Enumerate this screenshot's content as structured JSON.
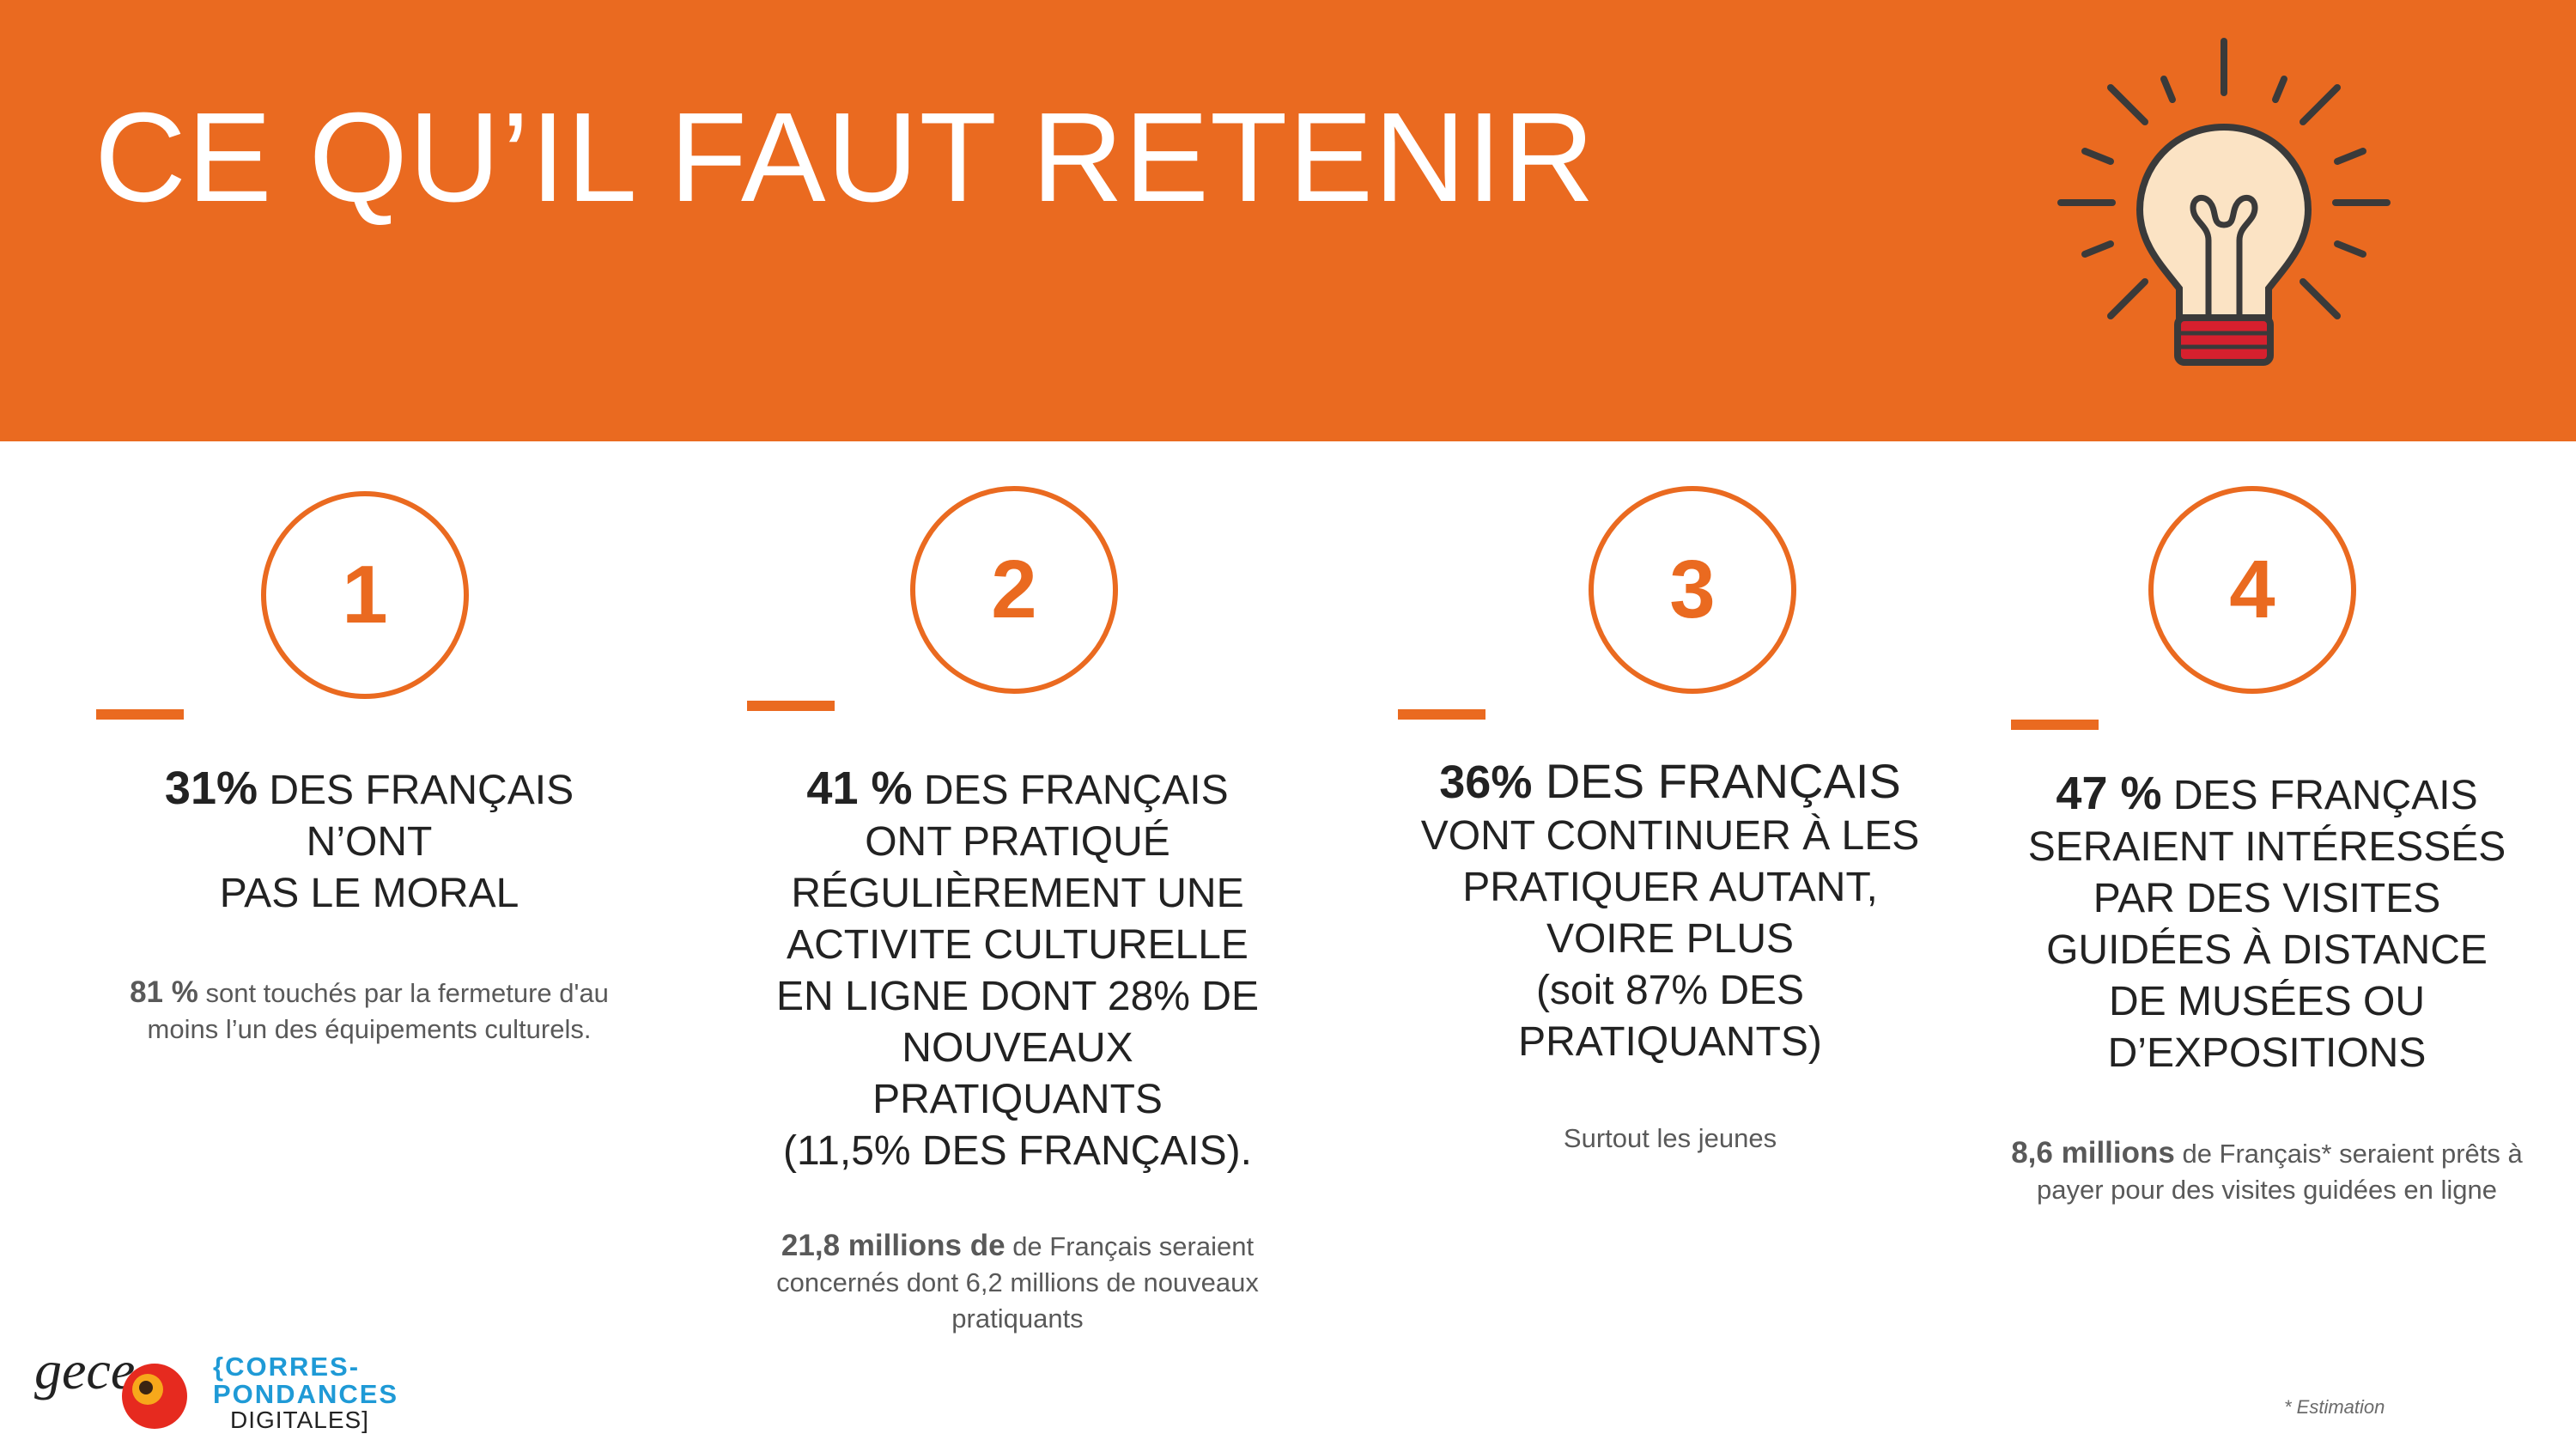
{
  "header": {
    "title": "CE QU’IL FAUT RETENIR"
  },
  "colors": {
    "accent": "#ea6a20",
    "text": "#222222",
    "subtext": "#595959"
  },
  "icons": {
    "header_icon": "lightbulb-icon"
  },
  "points": [
    {
      "number": "1",
      "main": {
        "highlight": "31%",
        "lines": [
          " DES FRANÇAIS",
          "N’ONT",
          "PAS LE MORAL"
        ]
      },
      "sub": {
        "highlight": "81 %",
        "text": " sont touchés par la fermeture d'au moins l’un des équipements culturels."
      }
    },
    {
      "number": "2",
      "main": {
        "highlight": "41 %",
        "lines": [
          " DES FRANÇAIS",
          "ONT PRATIQUÉ",
          "RÉGULIÈREMENT UNE",
          "ACTIVITE CULTURELLE",
          "EN LIGNE DONT 28% DE",
          "NOUVEAUX",
          "PRATIQUANTS",
          "(11,5% DES FRANÇAIS)."
        ]
      },
      "sub": {
        "highlight": "21,8 millions de",
        "text": " de Français seraient concernés dont 6,2 millions de nouveaux pratiquants"
      }
    },
    {
      "number": "3",
      "main": {
        "highlight": "36%",
        "lines": [
          " DES FRANÇAIS",
          "VONT CONTINUER À LES",
          "PRATIQUER AUTANT,",
          "VOIRE PLUS",
          "(soit 87% DES",
          "PRATIQUANTS)"
        ]
      },
      "sub": {
        "highlight": "",
        "text": "Surtout les jeunes"
      }
    },
    {
      "number": "4",
      "main": {
        "highlight": "47 %",
        "lines": [
          " DES FRANÇAIS",
          "SERAIENT INTÉRESSÉS",
          "PAR DES VISITES",
          "GUIDÉES À DISTANCE",
          "DE MUSÉES OU",
          "D’EXPOSITIONS"
        ]
      },
      "sub": {
        "highlight": "8,6 millions",
        "text": " de Français* seraient prêts à payer pour des visites guidées en ligne"
      }
    }
  ],
  "footnote": "* Estimation",
  "logos": {
    "gece": "gece",
    "correspondances": [
      "{CORRES-",
      "PONDANCES",
      "DIGITALES]"
    ]
  }
}
